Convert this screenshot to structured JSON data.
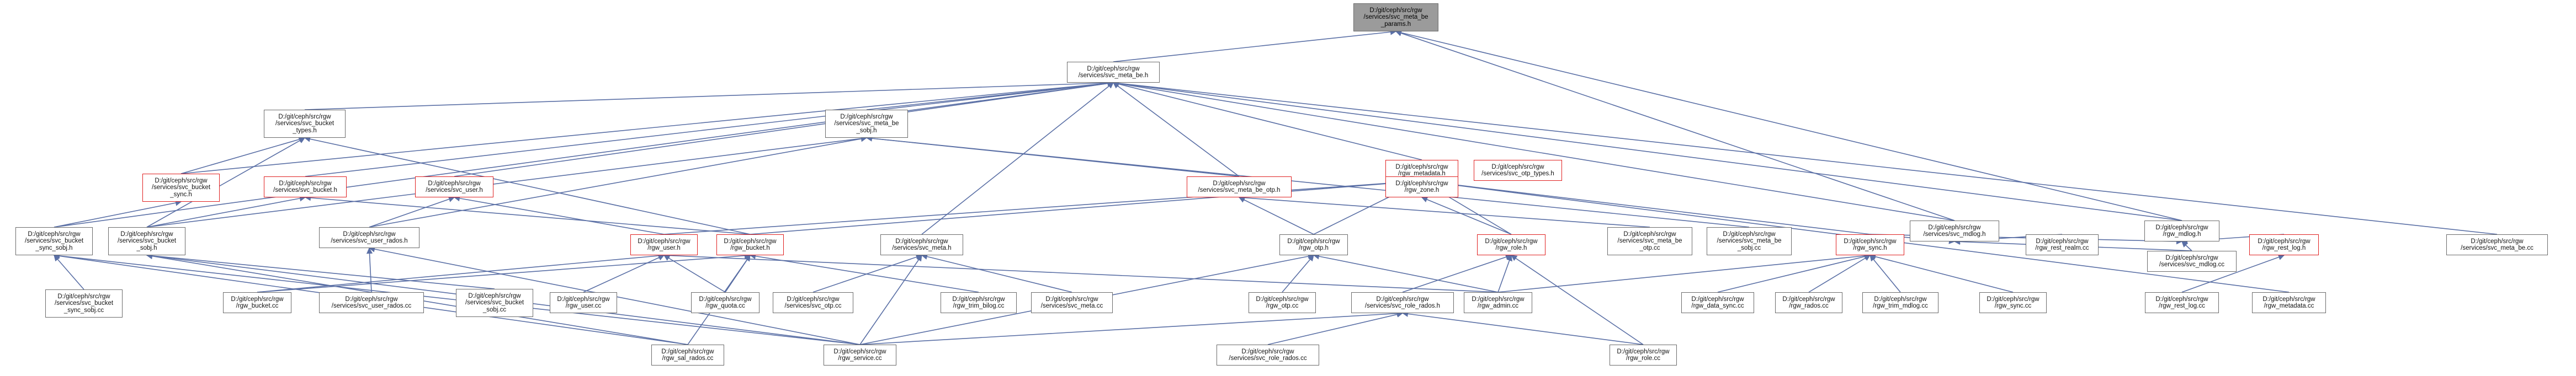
{
  "diagram": {
    "colors": {
      "edge": "#5a6fa5",
      "node_border": "#6b6b6b",
      "red_border": "#e02020",
      "focus_fill": "#9b9b9b"
    },
    "nodes": [
      {
        "id": "params",
        "label": "D:/git/ceph/src/rgw\n/services/svc_meta_be\n_params.h",
        "style": "focus"
      },
      {
        "id": "svc_meta_be_h",
        "label": "D:/git/ceph/src/rgw\n/services/svc_meta_be.h",
        "style": "normal"
      },
      {
        "id": "svc_bucket_types",
        "label": "D:/git/ceph/src/rgw\n/services/svc_bucket\n_types.h",
        "style": "normal"
      },
      {
        "id": "svc_meta_be_sobj",
        "label": "D:/git/ceph/src/rgw\n/services/svc_meta_be\n_sobj.h",
        "style": "normal"
      },
      {
        "id": "rgw_metadata_h",
        "label": "D:/git/ceph/src/rgw\n/rgw_metadata.h",
        "style": "red"
      },
      {
        "id": "svc_otp_types",
        "label": "D:/git/ceph/src/rgw\n/services/svc_otp_types.h",
        "style": "red"
      },
      {
        "id": "svc_bucket_sync",
        "label": "D:/git/ceph/src/rgw\n/services/svc_bucket\n_sync.h",
        "style": "red"
      },
      {
        "id": "svc_bucket_h",
        "label": "D:/git/ceph/src/rgw\n/services/svc_bucket.h",
        "style": "red"
      },
      {
        "id": "svc_user_h",
        "label": "D:/git/ceph/src/rgw\n/services/svc_user.h",
        "style": "red"
      },
      {
        "id": "svc_meta_be_otp",
        "label": "D:/git/ceph/src/rgw\n/services/svc_meta_be_otp.h",
        "style": "red"
      },
      {
        "id": "rgw_zone_h",
        "label": "D:/git/ceph/src/rgw\n/rgw_zone.h",
        "style": "red"
      },
      {
        "id": "svc_mdlog",
        "label": "D:/git/ceph/src/rgw\n/services/svc_mdlog.h",
        "style": "normal"
      },
      {
        "id": "rgw_mdlog_h",
        "label": "D:/git/ceph/src/rgw\n/rgw_mdlog.h",
        "style": "normal"
      },
      {
        "id": "svc_bucket_sync_sobj",
        "label": "D:/git/ceph/src/rgw\n/services/svc_bucket\n_sync_sobj.h",
        "style": "normal"
      },
      {
        "id": "svc_bucket_sobj",
        "label": "D:/git/ceph/src/rgw\n/services/svc_bucket\n_sobj.h",
        "style": "normal"
      },
      {
        "id": "svc_user_rados",
        "label": "D:/git/ceph/src/rgw\n/services/svc_user_rados.h",
        "style": "normal"
      },
      {
        "id": "rgw_user_h",
        "label": "D:/git/ceph/src/rgw\n/rgw_user.h",
        "style": "red"
      },
      {
        "id": "rgw_bucket_h",
        "label": "D:/git/ceph/src/rgw\n/rgw_bucket.h",
        "style": "red"
      },
      {
        "id": "svc_meta",
        "label": "D:/git/ceph/src/rgw\n/services/svc_meta.h",
        "style": "normal"
      },
      {
        "id": "rgw_otp_h",
        "label": "D:/git/ceph/src/rgw\n/rgw_otp.h",
        "style": "normal"
      },
      {
        "id": "rgw_role_h",
        "label": "D:/git/ceph/src/rgw\n/rgw_role.h",
        "style": "red"
      },
      {
        "id": "rgw_sync_h",
        "label": "D:/git/ceph/src/rgw\n/rgw_sync.h",
        "style": "red"
      },
      {
        "id": "rgw_rest_realm",
        "label": "D:/git/ceph/src/rgw\n/rgw_rest_realm.cc",
        "style": "normal"
      },
      {
        "id": "svc_mdlog_cc",
        "label": "D:/git/ceph/src/rgw\n/services/svc_mdlog.cc",
        "style": "normal"
      },
      {
        "id": "rgw_rest_log_h",
        "label": "D:/git/ceph/src/rgw\n/rgw_rest_log.h",
        "style": "red"
      },
      {
        "id": "svc_meta_be_cc",
        "label": "D:/git/ceph/src/rgw\n/services/svc_meta_be.cc",
        "style": "normal"
      },
      {
        "id": "svc_meta_be_otp_cc",
        "label": "D:/git/ceph/src/rgw\n/services/svc_meta_be\n_otp.cc",
        "style": "normal"
      },
      {
        "id": "svc_meta_be_sobj_cc",
        "label": "D:/git/ceph/src/rgw\n/services/svc_meta_be\n_sobj.cc",
        "style": "normal"
      },
      {
        "id": "svc_bucket_sync_sobj_cc",
        "label": "D:/git/ceph/src/rgw\n/services/svc_bucket\n_sync_sobj.cc",
        "style": "normal"
      },
      {
        "id": "rgw_bucket_cc",
        "label": "D:/git/ceph/src/rgw\n/rgw_bucket.cc",
        "style": "normal"
      },
      {
        "id": "svc_user_rados_cc",
        "label": "D:/git/ceph/src/rgw\n/services/svc_user_rados.cc",
        "style": "normal"
      },
      {
        "id": "svc_bucket_sobj_cc",
        "label": "D:/git/ceph/src/rgw\n/services/svc_bucket\n_sobj.cc",
        "style": "normal"
      },
      {
        "id": "rgw_user_cc",
        "label": "D:/git/ceph/src/rgw\n/rgw_user.cc",
        "style": "normal"
      },
      {
        "id": "rgw_quota_cc",
        "label": "D:/git/ceph/src/rgw\n/rgw_quota.cc",
        "style": "normal"
      },
      {
        "id": "svc_otp_cc",
        "label": "D:/git/ceph/src/rgw\n/services/svc_otp.cc",
        "style": "normal"
      },
      {
        "id": "rgw_trim_bilog",
        "label": "D:/git/ceph/src/rgw\n/rgw_trim_bilog.cc",
        "style": "normal"
      },
      {
        "id": "svc_meta_cc",
        "label": "D:/git/ceph/src/rgw\n/services/svc_meta.cc",
        "style": "normal"
      },
      {
        "id": "rgw_otp_cc",
        "label": "D:/git/ceph/src/rgw\n/rgw_otp.cc",
        "style": "normal"
      },
      {
        "id": "rgw_admin_cc",
        "label": "D:/git/ceph/src/rgw\n/rgw_admin.cc",
        "style": "normal"
      },
      {
        "id": "rgw_data_sync_cc",
        "label": "D:/git/ceph/src/rgw\n/rgw_data_sync.cc",
        "style": "normal"
      },
      {
        "id": "rgw_rados_cc",
        "label": "D:/git/ceph/src/rgw\n/rgw_rados.cc",
        "style": "normal"
      },
      {
        "id": "rgw_trim_mdlog",
        "label": "D:/git/ceph/src/rgw\n/rgw_trim_mdlog.cc",
        "style": "normal"
      },
      {
        "id": "rgw_sync_cc",
        "label": "D:/git/ceph/src/rgw\n/rgw_sync.cc",
        "style": "normal"
      },
      {
        "id": "rgw_rest_log_cc",
        "label": "D:/git/ceph/src/rgw\n/rgw_rest_log.cc",
        "style": "normal"
      },
      {
        "id": "rgw_metadata_cc",
        "label": "D:/git/ceph/src/rgw\n/rgw_metadata.cc",
        "style": "normal"
      },
      {
        "id": "svc_role_rados_h",
        "label": "D:/git/ceph/src/rgw\n/services/svc_role_rados.h",
        "style": "normal"
      },
      {
        "id": "rgw_sal_rados",
        "label": "D:/git/ceph/src/rgw\n/rgw_sal_rados.cc",
        "style": "normal"
      },
      {
        "id": "rgw_service_cc",
        "label": "D:/git/ceph/src/rgw\n/rgw_service.cc",
        "style": "normal"
      },
      {
        "id": "svc_role_rados_cc",
        "label": "D:/git/ceph/src/rgw\n/services/svc_role_rados.cc",
        "style": "normal"
      },
      {
        "id": "rgw_role_cc",
        "label": "D:/git/ceph/src/rgw\n/rgw_role.cc",
        "style": "normal"
      }
    ]
  }
}
